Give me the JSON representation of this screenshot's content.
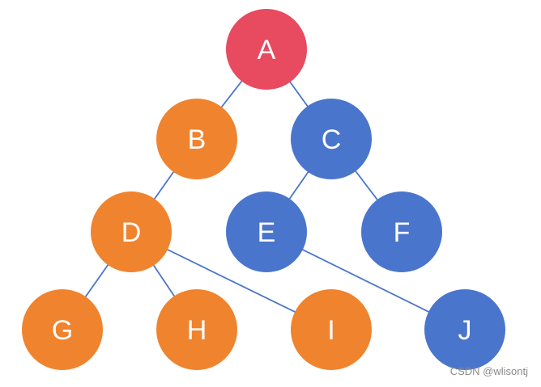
{
  "colors": {
    "root": "#e84a5f",
    "orange": "#f0832e",
    "blue": "#4a75cc",
    "edge": "#4a75cc"
  },
  "nodes": [
    {
      "id": "A",
      "label": "A",
      "color": "root"
    },
    {
      "id": "B",
      "label": "B",
      "color": "orange"
    },
    {
      "id": "C",
      "label": "C",
      "color": "blue"
    },
    {
      "id": "D",
      "label": "D",
      "color": "orange"
    },
    {
      "id": "E",
      "label": "E",
      "color": "blue"
    },
    {
      "id": "F",
      "label": "F",
      "color": "blue"
    },
    {
      "id": "G",
      "label": "G",
      "color": "orange"
    },
    {
      "id": "H",
      "label": "H",
      "color": "orange"
    },
    {
      "id": "I",
      "label": "I",
      "color": "orange"
    },
    {
      "id": "J",
      "label": "J",
      "color": "blue"
    }
  ],
  "edges": [
    [
      "A",
      "B"
    ],
    [
      "A",
      "C"
    ],
    [
      "B",
      "D"
    ],
    [
      "C",
      "E"
    ],
    [
      "C",
      "F"
    ],
    [
      "D",
      "G"
    ],
    [
      "D",
      "H"
    ],
    [
      "D",
      "I"
    ],
    [
      "E",
      "J"
    ]
  ],
  "watermark": "CSDN @wlisontj"
}
